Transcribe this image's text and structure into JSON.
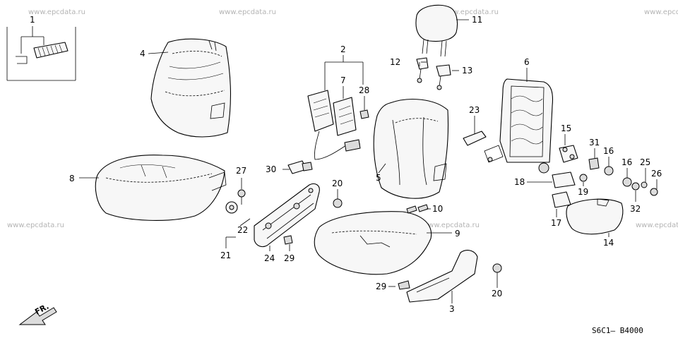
{
  "watermark": {
    "text": "www.epcdata.ru"
  },
  "diagram_code": "S6C1—  B4000",
  "direction_label": "FR.",
  "labels": {
    "p1": "1",
    "p2": "2",
    "p3": "3",
    "p4": "4",
    "p5": "5",
    "p6": "6",
    "p7": "7",
    "p8": "8",
    "p9": "9",
    "p10": "10",
    "p11": "11",
    "p12": "12",
    "p13": "13",
    "p14": "14",
    "p15": "15",
    "p16a": "16",
    "p16b": "16",
    "p17": "17",
    "p18": "18",
    "p19": "19",
    "p20a": "20",
    "p20b": "20",
    "p21": "21",
    "p22": "22",
    "p23": "23",
    "p24": "24",
    "p25": "25",
    "p26": "26",
    "p27": "27",
    "p28": "28",
    "p29a": "29",
    "p29b": "29",
    "p30": "30",
    "p31": "31",
    "p32": "32"
  }
}
